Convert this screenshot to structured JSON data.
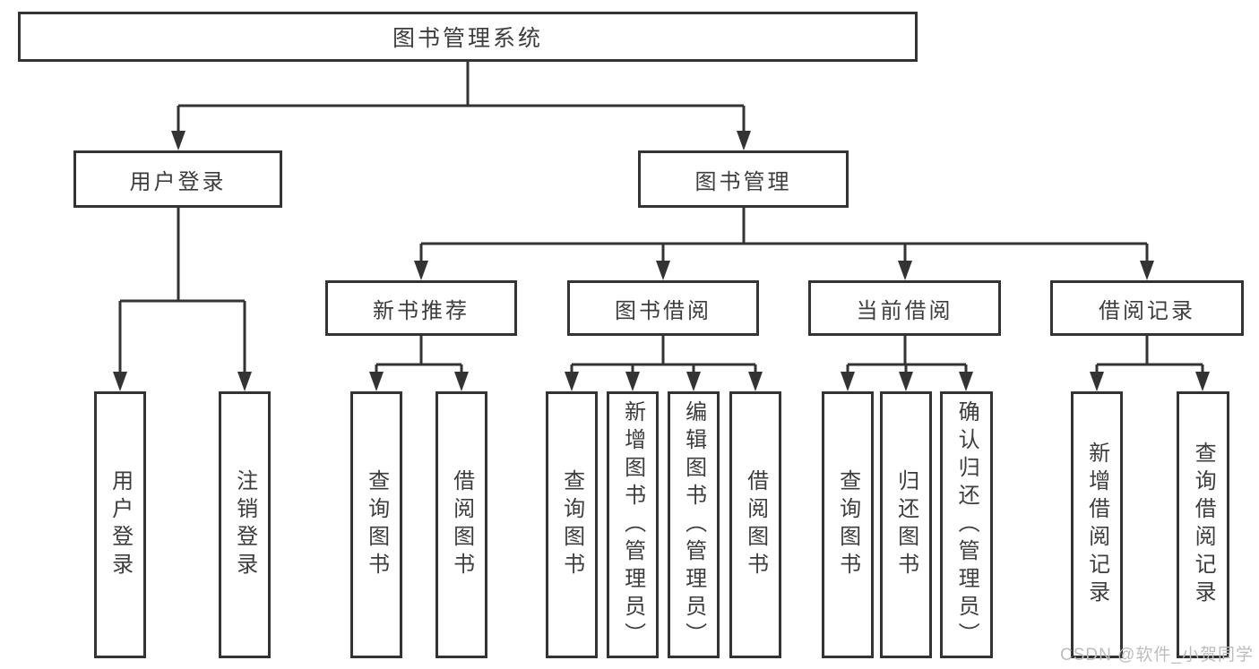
{
  "tree": {
    "root": {
      "label": "图书管理系统",
      "children": [
        {
          "label": "用户登录",
          "children": [
            {
              "label": "用户登录"
            },
            {
              "label": "注销登录"
            }
          ]
        },
        {
          "label": "图书管理",
          "children": [
            {
              "label": "新书推荐",
              "children": [
                {
                  "label": "查询图书"
                },
                {
                  "label": "借阅图书"
                }
              ]
            },
            {
              "label": "图书借阅",
              "children": [
                {
                  "label": "查询图书"
                },
                {
                  "label": "新增图书（管理员）"
                },
                {
                  "label": "编辑图书（管理员）"
                },
                {
                  "label": "借阅图书"
                }
              ]
            },
            {
              "label": "当前借阅",
              "children": [
                {
                  "label": "查询图书"
                },
                {
                  "label": "归还图书"
                },
                {
                  "label": "确认归还（管理员）"
                }
              ]
            },
            {
              "label": "借阅记录",
              "children": [
                {
                  "label": "新增借阅记录"
                },
                {
                  "label": "查询借阅记录"
                }
              ]
            }
          ]
        }
      ]
    }
  },
  "watermark": {
    "text": "CSDN @软件_小贺同学"
  },
  "colors": {
    "line": "#333333",
    "border": "#333333",
    "text": "#3d3d3d",
    "background": "#ffffff",
    "watermark": "#bdbdbd"
  }
}
